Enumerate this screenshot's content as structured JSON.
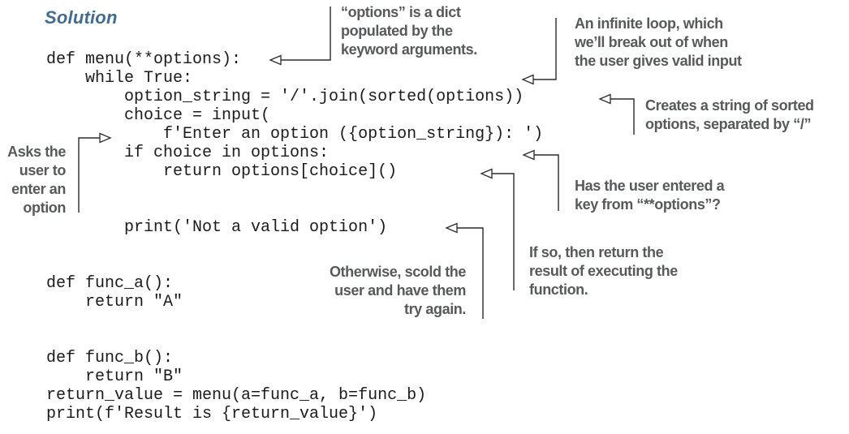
{
  "heading": "Solution",
  "code": {
    "text": "def menu(**options):\n    while True:\n        option_string = '/'.join(sorted(options))\n        choice = input(\n            f'Enter an option ({option_string}): ')\n        if choice in options:\n            return options[choice]()\n\n\n        print('Not a valid option')\n\n\ndef func_a():\n    return \"A\"\n\n\ndef func_b():\n    return \"B\"\nreturn_value = menu(a=func_a, b=func_b)\nprint(f'Result is {return_value}')"
  },
  "annotations": {
    "options_dict": {
      "text": "“options” is a dict\npopulated by the\nkeyword arguments."
    },
    "infinite_loop": {
      "text": "An infinite loop, which\nwe’ll break out of when\nthe user gives valid input"
    },
    "creates_string": {
      "text": "Creates a string of sorted\noptions, separated by “/”"
    },
    "asks_user": {
      "text": "Asks the\nuser to\nenter an\noption"
    },
    "key_from_options": {
      "text": "Has the user entered a\nkey from “**options”?"
    },
    "if_so_return": {
      "text": "If so, then return the\nresult of executing the\nfunction."
    },
    "otherwise_scold": {
      "text": "Otherwise, scold the\nuser and have them\ntry again."
    }
  },
  "colors": {
    "heading": "#3f6b94",
    "annotation_text": "#58595b",
    "code_text": "#1b1b1b",
    "arrow": "#2b2b2b",
    "background": "#ffffff"
  }
}
